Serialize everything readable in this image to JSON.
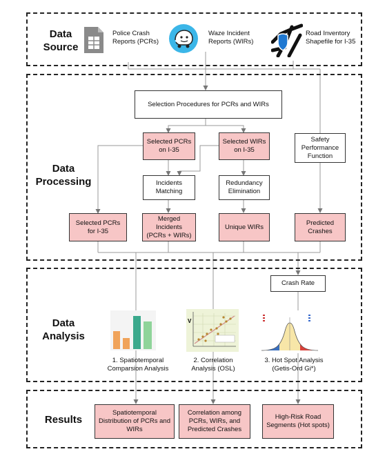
{
  "sections": {
    "source": "Data\nSource",
    "processing": "Data\nProcessing",
    "analysis": "Data\nAnalysis",
    "results": "Results"
  },
  "sources": {
    "pcr": "Police Crash\nReports (PCRs)",
    "wir": "Waze Incident\nReports (WIRs)",
    "road": "Road Inventory\nShapefile for I-35"
  },
  "processing": {
    "selection": "Selection Procedures for PCRs and WIRs",
    "selected_pcrs": "Selected PCRs\non I-35",
    "selected_wirs": "Selected WIRs\non I-35",
    "spf": "Safety\nPerformance\nFunction",
    "incidents_matching": "Incidents\nMatching",
    "redundancy": "Redundancy\nElimination",
    "selected_pcrs_out": "Selected PCRs\nfor I-35",
    "merged": "Merged\nIncidents\n(PCRs + WIRs)",
    "unique_wirs": "Unique WIRs",
    "predicted": "Predicted\nCrashes"
  },
  "analysis": {
    "crash_rate": "Crash Rate",
    "a1": "1. Spatiotemporal\nComparsion Analysis",
    "a2": "2. Correlation\nAnalysis (OSL)",
    "a3": "3. Hot Spot Analysis\n(Getis-Ord Gi*)",
    "scatter_axis": "V"
  },
  "results": {
    "r1": "Spatiotemporal\nDistribution of PCRs and\nWIRs",
    "r2": "Correlation among\nPCRs, WIRs, and\nPredicted Crashes",
    "r3": "High-Risk Road\nSegments (Hot spots)"
  },
  "colors": {
    "pink": "#f7c6c6",
    "bar_orange": "#f0a35a",
    "bar_green": "#3ba98c",
    "bar_lightgreen": "#8fd49a",
    "waze_blue": "#3bb6e8",
    "shield_blue": "#1f78d1",
    "doc_gray": "#8a8a8a"
  },
  "icons": [
    "document-icon",
    "waze-icon",
    "road-map-icon",
    "bar-chart-icon",
    "scatter-plot-icon",
    "bell-curve-icon"
  ]
}
